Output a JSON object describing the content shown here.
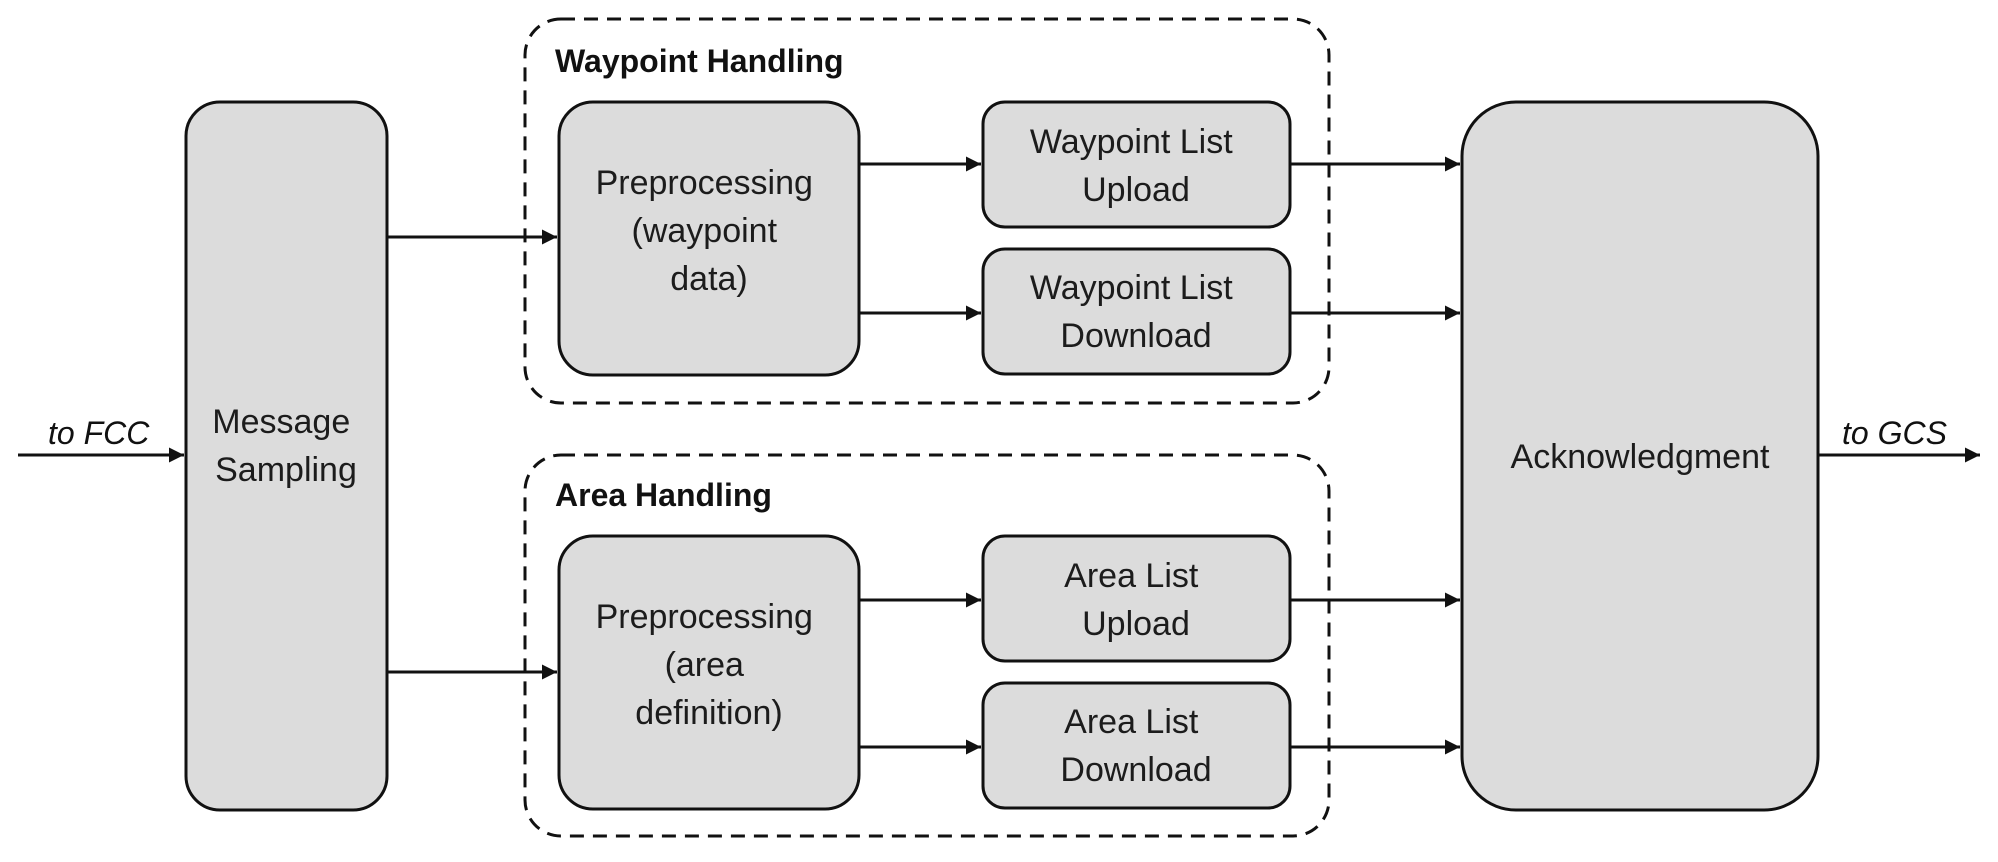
{
  "diagram": {
    "io": {
      "input": "to FCC",
      "output": "to GCS"
    },
    "groups": {
      "waypoint": {
        "title": "Waypoint Handling"
      },
      "area": {
        "title": "Area Handling"
      }
    },
    "nodes": {
      "message_sampling": {
        "lines": [
          "Message",
          "Sampling"
        ]
      },
      "preprocessing_waypoint": {
        "lines": [
          "Preprocessing",
          "(waypoint",
          "data)"
        ]
      },
      "waypoint_upload": {
        "lines": [
          "Waypoint List",
          "Upload"
        ]
      },
      "waypoint_download": {
        "lines": [
          "Waypoint List",
          "Download"
        ]
      },
      "preprocessing_area": {
        "lines": [
          "Preprocessing",
          "(area",
          "definition)"
        ]
      },
      "area_upload": {
        "lines": [
          "Area List",
          "Upload"
        ]
      },
      "area_download": {
        "lines": [
          "Area List",
          "Download"
        ]
      },
      "acknowledgment": {
        "lines": [
          "Acknowledgment"
        ]
      }
    },
    "edges": [
      {
        "from": "input",
        "to": "message_sampling"
      },
      {
        "from": "message_sampling",
        "to": "preprocessing_waypoint"
      },
      {
        "from": "message_sampling",
        "to": "preprocessing_area"
      },
      {
        "from": "preprocessing_waypoint",
        "to": "waypoint_upload"
      },
      {
        "from": "preprocessing_waypoint",
        "to": "waypoint_download"
      },
      {
        "from": "preprocessing_area",
        "to": "area_upload"
      },
      {
        "from": "preprocessing_area",
        "to": "area_download"
      },
      {
        "from": "waypoint_upload",
        "to": "acknowledgment"
      },
      {
        "from": "waypoint_download",
        "to": "acknowledgment"
      },
      {
        "from": "area_upload",
        "to": "acknowledgment"
      },
      {
        "from": "area_download",
        "to": "acknowledgment"
      },
      {
        "from": "acknowledgment",
        "to": "output"
      }
    ],
    "colors": {
      "node_fill": "#dcdcdc",
      "stroke": "#111111",
      "background": "#ffffff"
    }
  }
}
